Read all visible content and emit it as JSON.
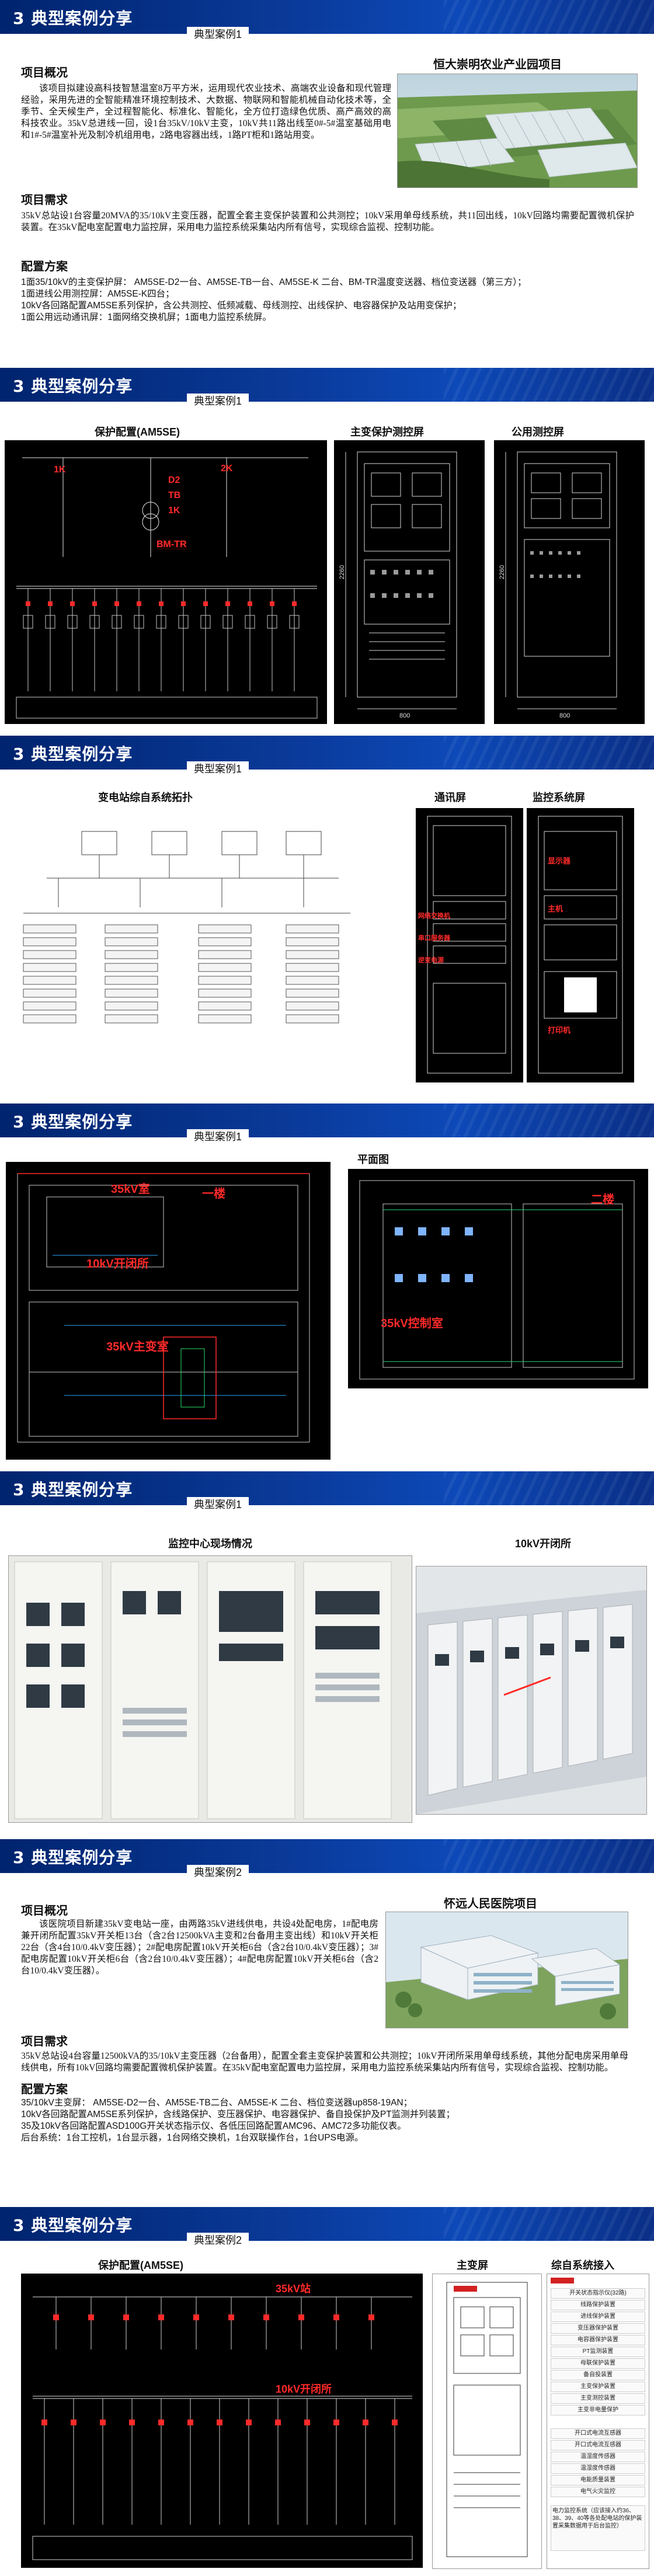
{
  "header": {
    "section_title": "3  典型案例分享"
  },
  "case1": {
    "subtitle": "典型案例1",
    "project_name": "恒大崇明农业产业园项目",
    "overview_heading": "项目概况",
    "overview_text": "该项目拟建设高科技智慧温室8万平方米，运用现代农业技术、高端农业设备和现代管理经验，采用先进的全智能精准环境控制技术、大数据、物联网和智能机械自动化技术等，全季节、全天候生产，全过程智能化、标准化、智能化，全方位打造绿色优质、高产高效的高科技农业。35kV总进线一回，设1台35kV/10kV主变，10kV共11路出线至0#-5#温室基础用电和1#-5#温室补光及制冷机组用电，2路电容器出线，1路PT柜和1路站用变。",
    "needs_heading": "项目需求",
    "needs_text": "35kV总站设1台容量20MVA的35/10kV主变压器，配置全套主变保护装置和公共测控；10kV采用单母线系统，共11回出线，10kV回路均需要配置微机保护装置。在35kV配电室配置电力监控屏，采用电力监控系统采集站内所有信号，实现综合监视、控制功能。",
    "config_heading": "配置方案",
    "config_lines": [
      "1面35/10kV的主变保护屏：  AM5SE-D2一台、AM5SE-TB一台、AM5SE-K 二台、BM-TR温度变送器、档位变送器（第三方）；",
      "1面进线公用测控屏：AM5SE-K四台；",
      "10kV各回路配置AM5SE系列保护，含公共测控、低频减载、母线测控、出线保护、电容器保护及站用变保护；",
      "1面公用远动通讯屏：1面网络交换机屏；1面电力监控系统屏。"
    ],
    "p2_captions": {
      "protection": "保护配置(AM5SE)",
      "main_panel": "主变保护测控屏",
      "public_panel": "公用测控屏"
    },
    "p2_labels": [
      "1K",
      "2K",
      "D2",
      "TB",
      "1K",
      "BM-TR"
    ],
    "panel_dims": {
      "width": "800",
      "height": "2260"
    },
    "p3_captions": {
      "topology": "变电站综自系统拓扑",
      "comm_panel": "通讯屏",
      "monitor_panel": "监控系统屏"
    },
    "p3_labels": {
      "switch": "网络交换机",
      "converter": "串口服务器",
      "inverter": "逆变电源",
      "display": "显示器",
      "host": "主机",
      "printer": "打印机"
    },
    "p4_captions": {
      "floor_plan": "平面图"
    },
    "p4_labels": {
      "floor1": "一楼",
      "room35": "35kV室",
      "room10": "10kV开闭所",
      "main_room": "35kV主变室",
      "floor2": "二楼",
      "control_room": "35kV控制室"
    },
    "p5_captions": {
      "monitor_site": "监控中心现场情况",
      "switch_station": "10kV开闭所"
    }
  },
  "case2": {
    "subtitle": "典型案例2",
    "project_name": "怀远人民医院项目",
    "overview_heading": "项目概况",
    "overview_text": "该医院项目新建35kV变电站一座，由两路35kV进线供电，共设4处配电房，1#配电房兼开闭所配置35kV开关柜13台（含2台12500kVA主变和2台备用主变出线）和10kV开关柜22台（含4台10/0.4kV变压器）；2#配电房配置10kV开关柜6台（含2台10/0.4kV变压器）；3#配电房配置10kV开关柜6台（含2台10/0.4kV变压器）；4#配电房配置10kV开关柜6台（含2台10/0.4kV变压器）。",
    "needs_heading": "项目需求",
    "needs_text": "35kV总站设4台容量12500kVA的35/10kV主变压器（2台备用），配置全套主变保护装置和公共测控；10kV开闭所采用单母线系统，其他分配电房采用单母线供电，所有10kV回路均需要配置微机保护装置。在35kV配电室配置电力监控屏，采用电力监控系统采集站内所有信号，实现综合监视、控制功能。",
    "config_heading": "配置方案",
    "config_lines": [
      "35/10kV主变屏：  AM5SE-D2一台、AM5SE-TB二台、AM5SE-K 二台、档位变送器up858-19AN；",
      "10kV各回路配置AM5SE系列保护，含线路保护、变压器保护、电容器保护、备自投保护及PT监测并列装置；",
      "35及10kV各回路配置ASD100G开关状态指示仪、各低压回路配置AMC96、AMC72多功能仪表。",
      "后台系统：1台工控机，1台显示器，1台网络交换机，1台双联操作台，1台UPS电源。"
    ],
    "p7_captions": {
      "protection": "保护配置(AM5SE)",
      "main_panel": "主变屏",
      "integration": "综自系统接入"
    },
    "p7_labels": {
      "room35": "35kV站",
      "room10": "10kV开闭所"
    },
    "integration_items": [
      "开关状态指示仪(32路)",
      "线路保护装置",
      "进线保护装置",
      "变压器保护装置",
      "电容器保护装置",
      "PT监测装置",
      "母联保护装置",
      "备自投装置",
      "主变保护装置",
      "主变测控装置",
      "主变非电量保护",
      "开口式电流互感器",
      "开口式电流互感器",
      "温湿度传感器",
      "温湿度传感器",
      "电能质量装置",
      "电气火灾监控",
      "电力监控系统（应该接入约36、38、39、40等各处配电站的保护装置采集数据用于后台监控）"
    ]
  }
}
